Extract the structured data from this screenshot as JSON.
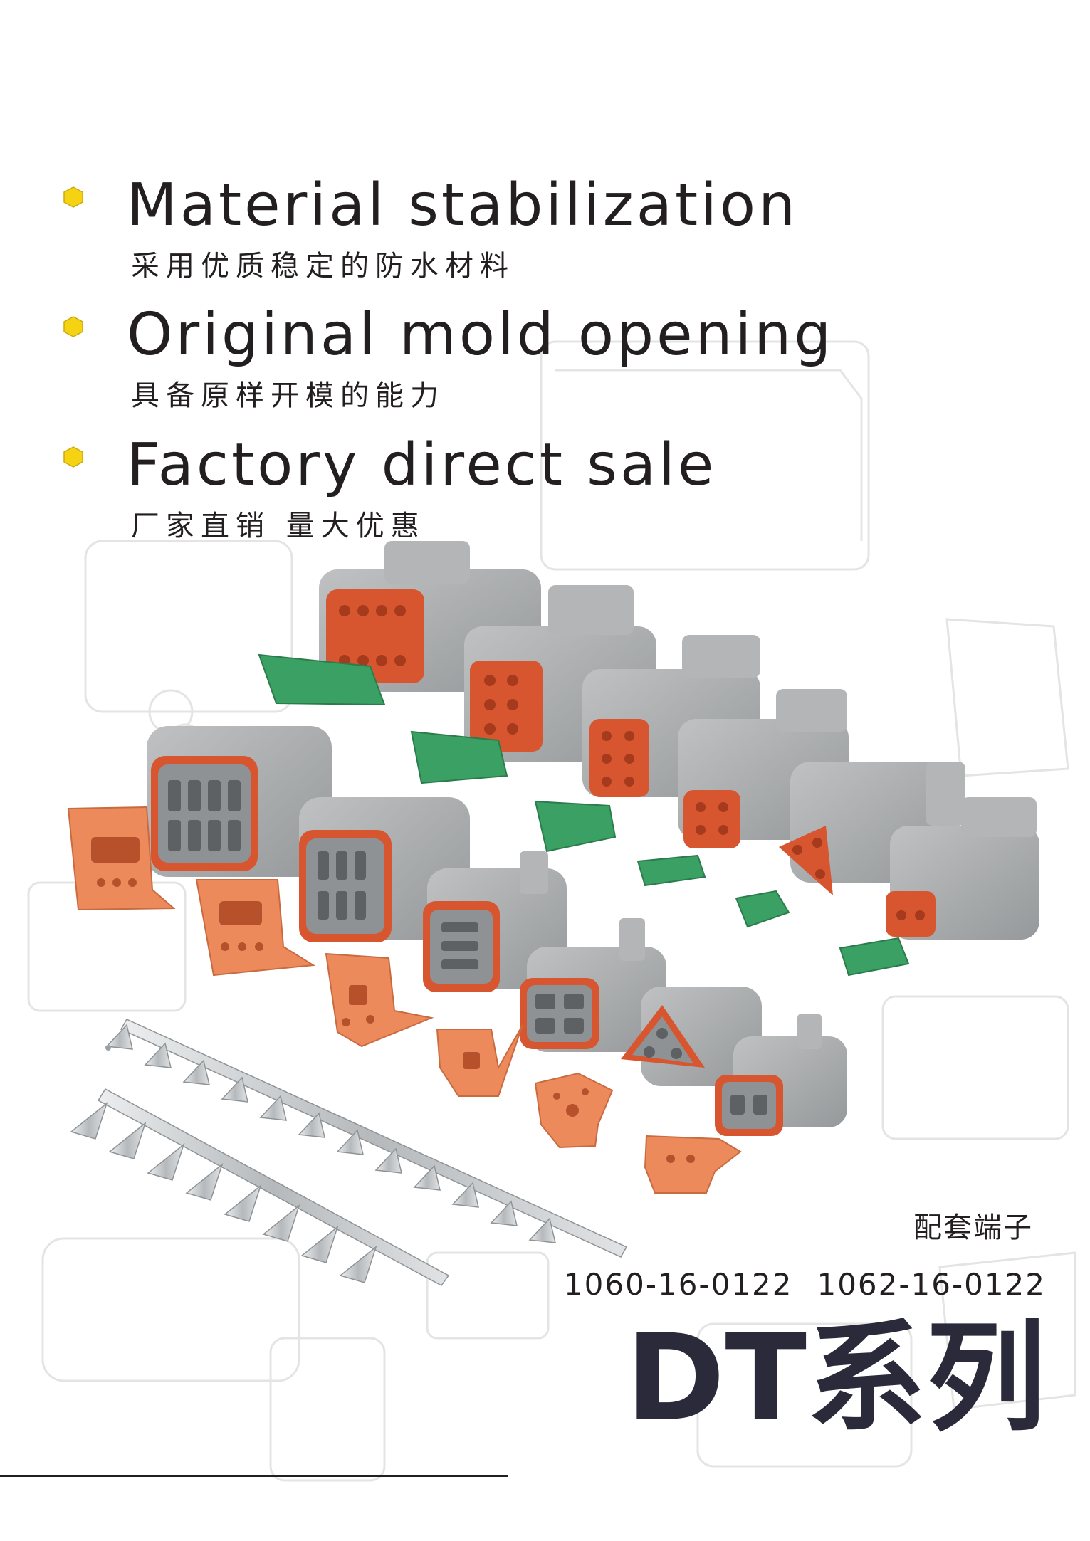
{
  "features": [
    {
      "title_en": "Material stabilization",
      "title_cn": "采用优质稳定的防水材料"
    },
    {
      "title_en": "Original mold opening",
      "title_cn": "具备原样开模的能力"
    },
    {
      "title_en": "Factory direct sale",
      "title_cn": "厂家直销 量大优惠"
    }
  ],
  "terminals": {
    "title": "配套端子",
    "codes": [
      "1060-16-0122",
      "1062-16-0122"
    ]
  },
  "series": {
    "title": "DT系列"
  },
  "colors": {
    "bullet": "#f5d312",
    "housing": "#a9abac",
    "seal": "#d8562f",
    "wedge_orange": "#ec8a5c",
    "wedge_green": "#3aa064",
    "terminal": "#c9cccf",
    "text": "#231f20",
    "series_text": "#2b2a3a"
  }
}
